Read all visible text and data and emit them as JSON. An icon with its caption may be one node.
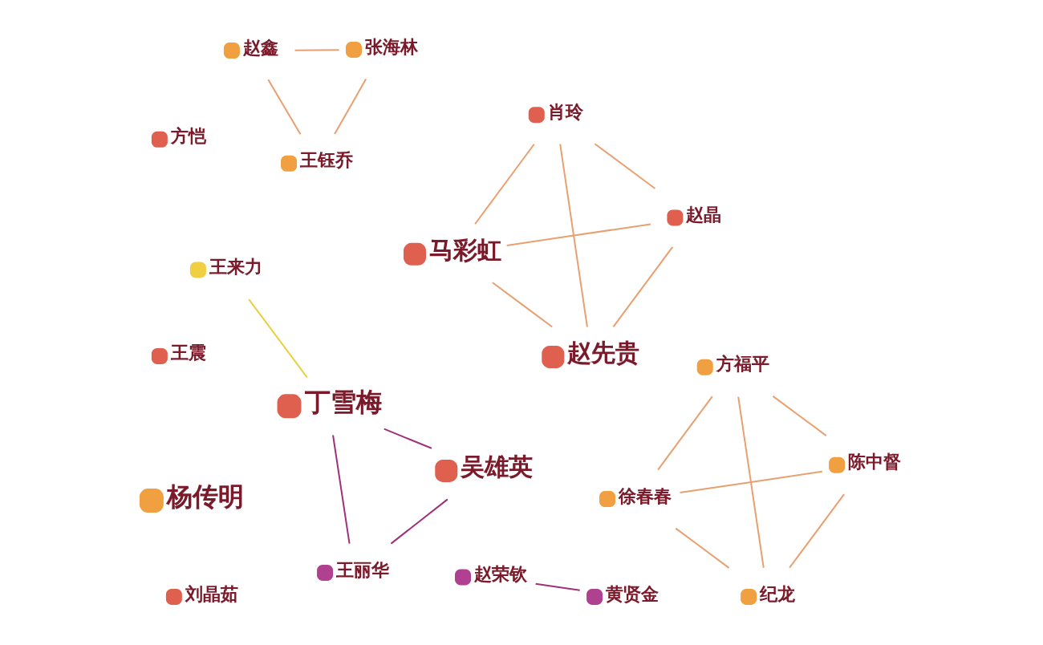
{
  "diagram": {
    "nodes": [
      {
        "text": [
          "赵鑫"
        ]
      },
      {
        "text": [
          "张海林"
        ]
      },
      {
        "text": [
          "王钰乔"
        ]
      },
      {
        "text": [
          "徐春春"
        ]
      },
      {
        "text": [
          "陈中督"
        ]
      },
      {
        "text": [
          "纪龙"
        ]
      },
      {
        "text": [
          "方福平"
        ]
      },
      {
        "text": [
          "赵荣钦"
        ]
      },
      {
        "text": [
          "刘晶茹"
        ]
      },
      {
        "text": [
          "黄贤金"
        ]
      },
      {
        "text": [
          "马彩虹"
        ]
      },
      {
        "text": [
          "方恺"
        ]
      },
      {
        "text": [
          "赵晶"
        ]
      },
      {
        "text": [
          "赵先贵"
        ]
      },
      {
        "text": [
          "杨传明"
        ]
      },
      {
        "text": [
          "丁雪梅"
        ]
      },
      {
        "text": [
          "肖玲"
        ]
      },
      {
        "text": [
          "王震"
        ]
      },
      {
        "text": [
          "吴雄英"
        ]
      },
      {
        "text": [
          "王丽华"
        ]
      },
      {
        "text": [
          "王来力"
        ]
      }
    ],
    "edges": [
      {
        "from": 0,
        "to": 1,
        "arrow": "none"
      },
      {
        "from": 0,
        "to": 2,
        "arrow": "none"
      },
      {
        "from": 1,
        "to": 2,
        "arrow": "none"
      },
      {
        "from": 3,
        "to": 4,
        "arrow": "none"
      },
      {
        "from": 3,
        "to": 5,
        "arrow": "none"
      },
      {
        "from": 3,
        "to": 6,
        "arrow": "none"
      },
      {
        "from": 4,
        "to": 5,
        "arrow": "none"
      },
      {
        "from": 4,
        "to": 6,
        "arrow": "none"
      },
      {
        "from": 5,
        "to": 6,
        "arrow": "none"
      },
      {
        "from": 7,
        "to": 9,
        "arrow": "none",
        "color": "#a0307a"
      },
      {
        "from": 10,
        "to": 12,
        "arrow": "none"
      },
      {
        "from": 10,
        "to": 13,
        "arrow": "none"
      },
      {
        "from": 10,
        "to": 16,
        "arrow": "none"
      },
      {
        "from": 12,
        "to": 13,
        "arrow": "none"
      },
      {
        "from": 12,
        "to": 16,
        "arrow": "none"
      },
      {
        "from": 13,
        "to": 16,
        "arrow": "none"
      },
      {
        "from": 15,
        "to": 18,
        "arrow": "none",
        "color": "#a0307a"
      },
      {
        "from": 15,
        "to": 19,
        "arrow": "none",
        "color": "#a0307a"
      },
      {
        "from": 15,
        "to": 20,
        "arrow": "none",
        "color": "#e8d040"
      },
      {
        "from": 19,
        "to": 18,
        "arrow": "none",
        "color": "#a0307a"
      }
    ]
  }
}
